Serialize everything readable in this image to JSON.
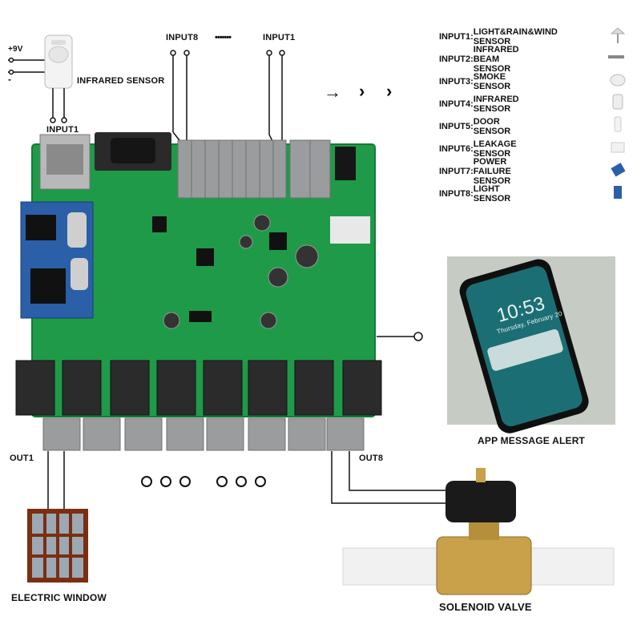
{
  "sensor": {
    "power_plus": "+9V",
    "power_minus": "-",
    "name": "INFRARED SENSOR",
    "input_label": "INPUT1"
  },
  "board_inputs": {
    "left": "INPUT8",
    "ellipsis": "•••••••",
    "right": "INPUT1"
  },
  "legend": [
    {
      "key": "INPUT1:",
      "value": "LIGHT&RAIN&WIND SENSOR",
      "icon": "weather-station-icon"
    },
    {
      "key": "INPUT2:",
      "value": "INFRARED BEAM SENSOR",
      "icon": "beam-sensor-icon"
    },
    {
      "key": "INPUT3:",
      "value": "SMOKE SENSOR",
      "icon": "smoke-detector-icon"
    },
    {
      "key": "INPUT4:",
      "value": "INFRARED SENSOR",
      "icon": "pir-sensor-icon"
    },
    {
      "key": "INPUT5:",
      "value": "DOOR SENSOR",
      "icon": "door-sensor-icon"
    },
    {
      "key": "INPUT6:",
      "value": "LEAKAGE SENSOR",
      "icon": "leak-sensor-icon"
    },
    {
      "key": "INPUT7:",
      "value": "POWER FAILURE SENSOR",
      "icon": "power-failure-sensor-icon"
    },
    {
      "key": "INPUT8:",
      "value": "LIGHT SENSOR",
      "icon": "light-sensor-icon"
    }
  ],
  "outputs": {
    "left": "OUT1",
    "right": "OUT8"
  },
  "devices": {
    "window": "ELECTRIC WINDOW",
    "valve": "SOLENOID VALVE",
    "alert": "APP MESSAGE ALERT"
  },
  "phone": {
    "time": "10:53",
    "date": "Thursday, February 20"
  },
  "colors": {
    "pcb": "#1f9a49",
    "relay": "#2b2b2b",
    "terminal": "#9a9c9e",
    "window_wood": "#7b2e12",
    "brass": "#c9a14a"
  }
}
